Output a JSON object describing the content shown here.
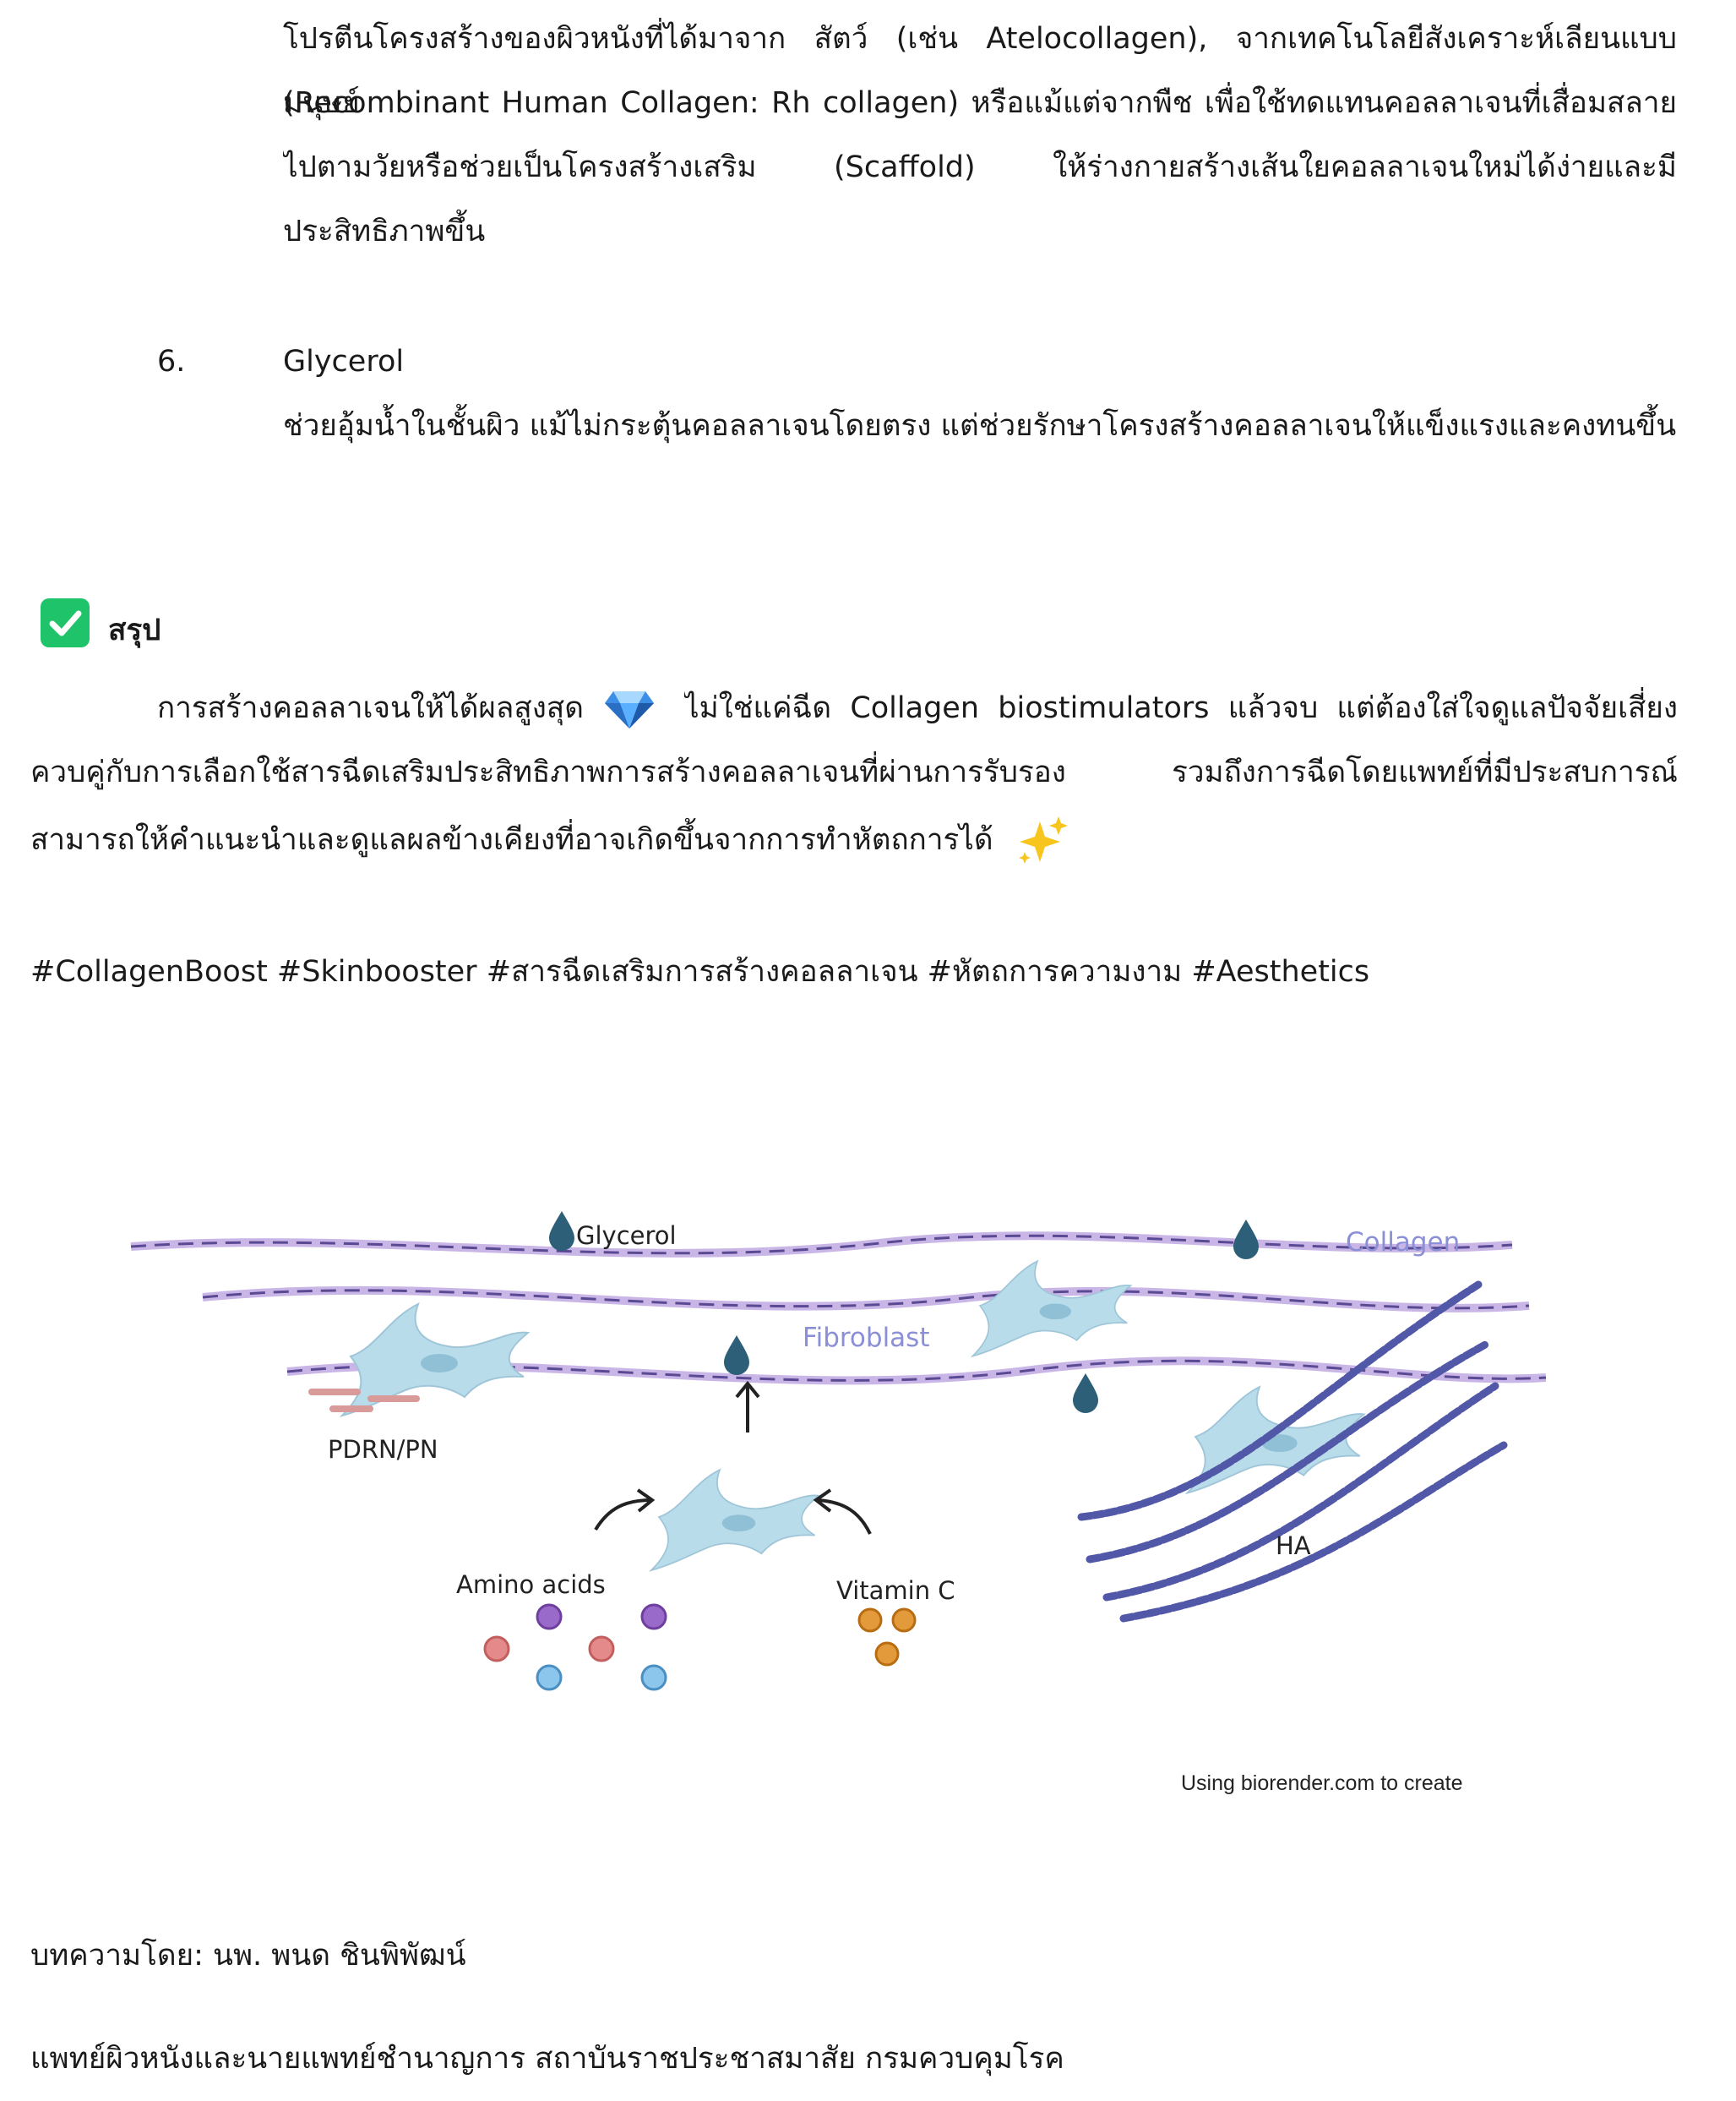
{
  "item5": {
    "lines": [
      "โปรตีนโครงสร้างของผิวหนังที่ได้มาจาก สัตว์ (เช่น Atelocollagen), จากเทคโนโลยีสังเคราะห์เลียนแบบมนุษย์",
      "(Recombinant Human Collagen: Rh collagen) หรือแม้แต่จากพืช เพื่อใช้ทดแทนคอลลาเจนที่เสื่อมสลาย",
      "ไปตามวัยหรือช่วยเป็นโครงสร้างเสริม (Scaffold) ให้ร่างกายสร้างเส้นใยคอลลาเจนใหม่ได้ง่ายและมี",
      "ประสิทธิภาพขึ้น"
    ]
  },
  "item6": {
    "number": "6.",
    "title": "Glycerol",
    "body": "ช่วยอุ้มน้ำในชั้นผิว แม้ไม่กระตุ้นคอลลาเจนโดยตรง แต่ช่วยรักษาโครงสร้างคอลลาเจนให้แข็งแรงและคงทนขึ้น"
  },
  "summary": {
    "heading": "สรุป",
    "line1_before": "การสร้างคอลลาเจนให้ได้ผลสูงสุด",
    "line1_after": "ไม่ใช่แค่ฉีด Collagen biostimulators แล้วจบ แต่ต้องใส่ใจดูแลปัจจัยเสี่ยง",
    "line2": "ควบคู่กับการเลือกใช้สารฉีดเสริมประสิทธิภาพการสร้างคอลลาเจนที่ผ่านการรับรอง รวมถึงการฉีดโดยแพทย์ที่มีประสบการณ์",
    "line3": "สามารถให้คำแนะนำและดูแลผลข้างเคียงที่อาจเกิดขึ้นจากการทำหัตถการได้"
  },
  "hashtags": "#CollagenBoost #Skinbooster #สารฉีดเสริมการสร้างคอลลาเจน #หัตถการความงาม #Aesthetics",
  "figure": {
    "labels": {
      "glycerol": "Glycerol",
      "collagen": "Collagen",
      "fibroblast": "Fibroblast",
      "pdrn": "PDRN/PN",
      "ha": "HA",
      "amino": "Amino acids",
      "vitc": "Vitamin C"
    },
    "credit": "Using biorender.com to create",
    "colors": {
      "strand_light": "#c9b6e6",
      "strand_dark": "#5a4a93",
      "cell": "#b9dcea",
      "drop": "#2d5f78",
      "ha_bead": "#5258a8"
    }
  },
  "author": {
    "byline": "บทความโดย: นพ. พนด ชินพิพัฒน์",
    "position": "แพทย์ผิวหนังและนายแพทย์ชำนาญการ สถาบันราชประชาสมาสัย กรมควบคุมโรค"
  }
}
